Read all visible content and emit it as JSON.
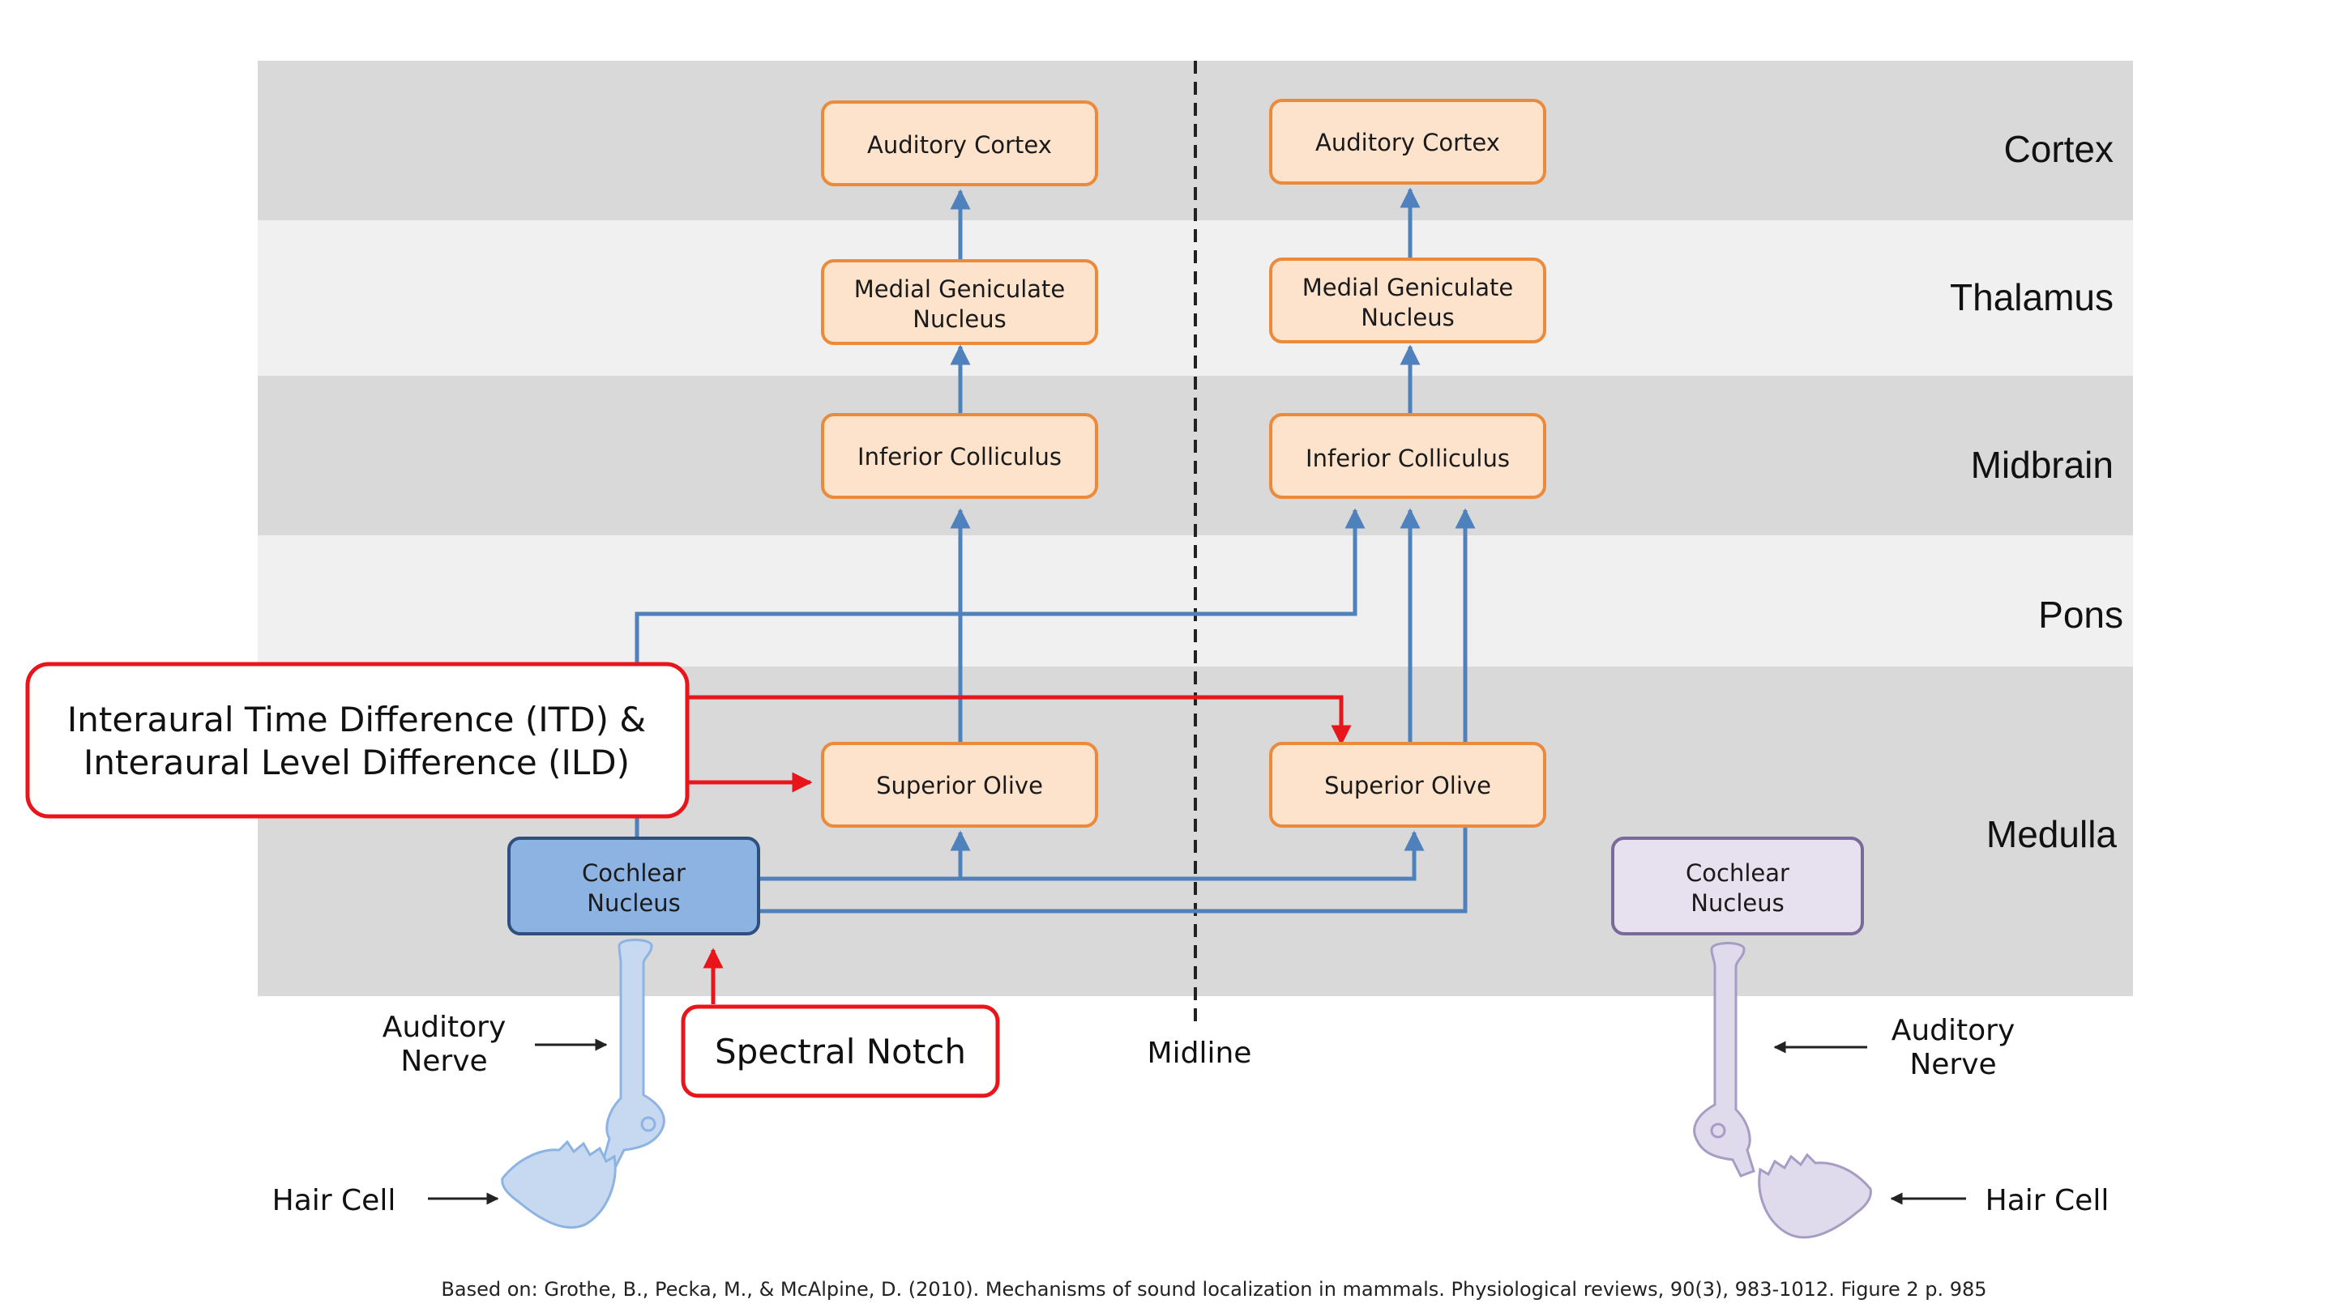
{
  "bands": {
    "cortex": "Cortex",
    "thalamus": "Thalamus",
    "midbrain": "Midbrain",
    "pons": "Pons",
    "medulla": "Medulla"
  },
  "nodes": {
    "auditory_cortex": "Auditory Cortex",
    "mgn_line1": "Medial Geniculate",
    "mgn_line2": "Nucleus",
    "inferior_colliculus": "Inferior Colliculus",
    "superior_olive": "Superior Olive",
    "cochlear_line1": "Cochlear",
    "cochlear_line2": "Nucleus"
  },
  "callouts": {
    "itd_ild_line1": "Interaural Time Difference (ITD) &",
    "itd_ild_line2": "Interaural Level Difference (ILD)",
    "spectral_notch": "Spectral Notch"
  },
  "labels": {
    "midline": "Midline",
    "auditory_nerve_line1": "Auditory",
    "auditory_nerve_line2": "Nerve",
    "hair_cell": "Hair Cell"
  },
  "citation": "Based on: Grothe, B., Pecka, M., & McAlpine, D. (2010). Mechanisms of sound localization in mammals. Physiological reviews, 90(3), 983-1012. Figure 2 p. 985",
  "colors": {
    "band_dark": "#d9d9d9",
    "band_light": "#f0f0f0",
    "node_fill": "#fde3cc",
    "node_stroke": "#ec8a3c",
    "pathway_blue": "#4f81bd",
    "highlight_red": "#e8151b",
    "cochlear_left_fill": "#8db3e2",
    "cochlear_left_stroke": "#2f4f7f",
    "cochlear_right_fill": "#e6e0ef",
    "cochlear_right_stroke": "#7a6a99",
    "hair_left": "#c6d9f1",
    "hair_right": "#e0dbec"
  }
}
